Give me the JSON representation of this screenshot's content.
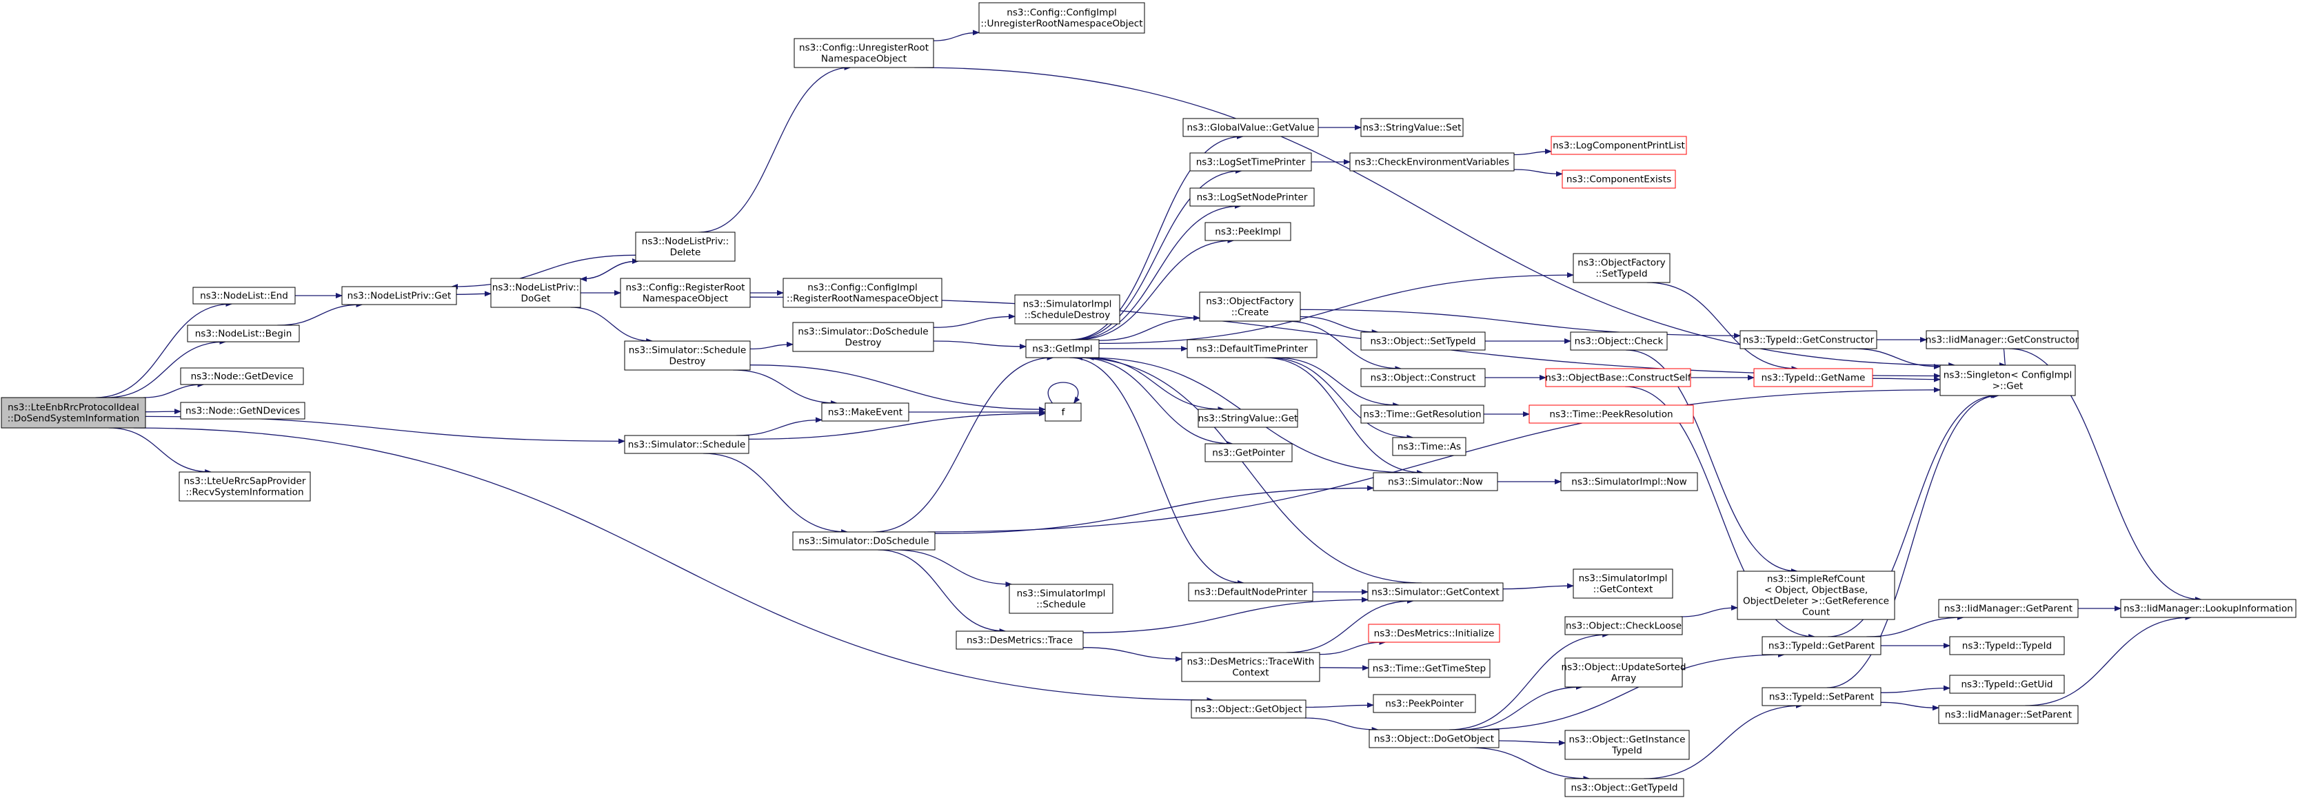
{
  "diagram": {
    "nodes": [
      {
        "id": "root",
        "lines": [
          "ns3::LteEnbRrcProtocolIdeal",
          "::DoSendSystemInformation"
        ],
        "style": "root"
      },
      {
        "id": "nl_end",
        "lines": [
          "ns3::NodeList::End"
        ],
        "style": "normal"
      },
      {
        "id": "nl_begin",
        "lines": [
          "ns3::NodeList::Begin"
        ],
        "style": "normal"
      },
      {
        "id": "node_getdevice",
        "lines": [
          "ns3::Node::GetDevice"
        ],
        "style": "normal"
      },
      {
        "id": "node_getndevices",
        "lines": [
          "ns3::Node::GetNDevices"
        ],
        "style": "normal"
      },
      {
        "id": "recvsysinfo",
        "lines": [
          "ns3::LteUeRrcSapProvider",
          "::RecvSystemInformation"
        ],
        "style": "normal"
      },
      {
        "id": "nlp_get",
        "lines": [
          "ns3::NodeListPriv::Get"
        ],
        "style": "normal"
      },
      {
        "id": "nlp_doget",
        "lines": [
          "ns3::NodeListPriv::",
          "DoGet"
        ],
        "style": "normal"
      },
      {
        "id": "nlp_delete",
        "lines": [
          "ns3::NodeListPriv::",
          "Delete"
        ],
        "style": "normal"
      },
      {
        "id": "cfg_unreg",
        "lines": [
          "ns3::Config::UnregisterRoot",
          "NamespaceObject"
        ],
        "style": "normal"
      },
      {
        "id": "cfgimpl_unreg",
        "lines": [
          "ns3::Config::ConfigImpl",
          "::UnregisterRootNamespaceObject"
        ],
        "style": "normal"
      },
      {
        "id": "cfg_reg",
        "lines": [
          "ns3::Config::RegisterRoot",
          "NamespaceObject"
        ],
        "style": "normal"
      },
      {
        "id": "cfgimpl_reg",
        "lines": [
          "ns3::Config::ConfigImpl",
          "::RegisterRootNamespaceObject"
        ],
        "style": "normal"
      },
      {
        "id": "sim_schedule_destroy",
        "lines": [
          "ns3::Simulator::Schedule",
          "Destroy"
        ],
        "style": "normal"
      },
      {
        "id": "sim_doschedule_destroy",
        "lines": [
          "ns3::Simulator::DoSchedule",
          "Destroy"
        ],
        "style": "normal"
      },
      {
        "id": "simimpl_schedule_destroy",
        "lines": [
          "ns3::SimulatorImpl",
          "::ScheduleDestroy"
        ],
        "style": "normal"
      },
      {
        "id": "sim_schedule",
        "lines": [
          "ns3::Simulator::Schedule"
        ],
        "style": "normal"
      },
      {
        "id": "makeevent",
        "lines": [
          "ns3::MakeEvent"
        ],
        "style": "normal"
      },
      {
        "id": "f",
        "lines": [
          "f"
        ],
        "style": "normal"
      },
      {
        "id": "getimpl",
        "lines": [
          "ns3::GetImpl"
        ],
        "style": "normal"
      },
      {
        "id": "sim_doschedule",
        "lines": [
          "ns3::Simulator::DoSchedule"
        ],
        "style": "normal"
      },
      {
        "id": "simimpl_schedule",
        "lines": [
          "ns3::SimulatorImpl",
          "::Schedule"
        ],
        "style": "normal"
      },
      {
        "id": "desmetrics_trace",
        "lines": [
          "ns3::DesMetrics::Trace"
        ],
        "style": "normal"
      },
      {
        "id": "desmetrics_tracewith",
        "lines": [
          "ns3::DesMetrics::TraceWith",
          "Context"
        ],
        "style": "normal"
      },
      {
        "id": "desmetrics_init",
        "lines": [
          "ns3::DesMetrics::Initialize"
        ],
        "style": "red"
      },
      {
        "id": "time_gettimestep",
        "lines": [
          "ns3::Time::GetTimeStep"
        ],
        "style": "normal"
      },
      {
        "id": "obj_getobject",
        "lines": [
          "ns3::Object::GetObject"
        ],
        "style": "normal"
      },
      {
        "id": "peekpointer",
        "lines": [
          "ns3::PeekPointer"
        ],
        "style": "normal"
      },
      {
        "id": "obj_dogetobject",
        "lines": [
          "ns3::Object::DoGetObject"
        ],
        "style": "normal"
      },
      {
        "id": "obj_checkloose",
        "lines": [
          "ns3::Object::CheckLoose"
        ],
        "style": "normal"
      },
      {
        "id": "obj_updatesorted",
        "lines": [
          "ns3::Object::UpdateSorted",
          "Array"
        ],
        "style": "normal"
      },
      {
        "id": "obj_getinstancetypeid",
        "lines": [
          "ns3::Object::GetInstance",
          "TypeId"
        ],
        "style": "normal"
      },
      {
        "id": "obj_gettypeid",
        "lines": [
          "ns3::Object::GetTypeId"
        ],
        "style": "normal"
      },
      {
        "id": "globalvalue_getvalue",
        "lines": [
          "ns3::GlobalValue::GetValue"
        ],
        "style": "normal"
      },
      {
        "id": "stringvalue_set",
        "lines": [
          "ns3::StringValue::Set"
        ],
        "style": "normal"
      },
      {
        "id": "logsettimeprinter",
        "lines": [
          "ns3::LogSetTimePrinter"
        ],
        "style": "normal"
      },
      {
        "id": "checkenvvars",
        "lines": [
          "ns3::CheckEnvironmentVariables"
        ],
        "style": "normal"
      },
      {
        "id": "logcomponentprintlist",
        "lines": [
          "ns3::LogComponentPrintList"
        ],
        "style": "red"
      },
      {
        "id": "componentexists",
        "lines": [
          "ns3::ComponentExists"
        ],
        "style": "red"
      },
      {
        "id": "logsetnodeprinter",
        "lines": [
          "ns3::LogSetNodePrinter"
        ],
        "style": "normal"
      },
      {
        "id": "peekimpl",
        "lines": [
          "ns3::PeekImpl"
        ],
        "style": "normal"
      },
      {
        "id": "objfactory_settypeid",
        "lines": [
          "ns3::ObjectFactory",
          "::SetTypeId"
        ],
        "style": "normal"
      },
      {
        "id": "objfactory_create",
        "lines": [
          "ns3::ObjectFactory",
          "::Create"
        ],
        "style": "normal"
      },
      {
        "id": "obj_settypeid",
        "lines": [
          "ns3::Object::SetTypeId"
        ],
        "style": "normal"
      },
      {
        "id": "obj_check",
        "lines": [
          "ns3::Object::Check"
        ],
        "style": "normal"
      },
      {
        "id": "obj_construct",
        "lines": [
          "ns3::Object::Construct"
        ],
        "style": "normal"
      },
      {
        "id": "objbase_constructself",
        "lines": [
          "ns3::ObjectBase::ConstructSelf"
        ],
        "style": "red"
      },
      {
        "id": "typeid_getname",
        "lines": [
          "ns3::TypeId::GetName"
        ],
        "style": "red"
      },
      {
        "id": "defaulttimeprinter",
        "lines": [
          "ns3::DefaultTimePrinter"
        ],
        "style": "normal"
      },
      {
        "id": "time_getresolution",
        "lines": [
          "ns3::Time::GetResolution"
        ],
        "style": "normal"
      },
      {
        "id": "time_peekresolution",
        "lines": [
          "ns3::Time::PeekResolution"
        ],
        "style": "red"
      },
      {
        "id": "time_as",
        "lines": [
          "ns3::Time::As"
        ],
        "style": "normal"
      },
      {
        "id": "stringvalue_get",
        "lines": [
          "ns3::StringValue::Get"
        ],
        "style": "normal"
      },
      {
        "id": "getpointer",
        "lines": [
          "ns3::GetPointer"
        ],
        "style": "normal"
      },
      {
        "id": "sim_now",
        "lines": [
          "ns3::Simulator::Now"
        ],
        "style": "normal"
      },
      {
        "id": "simimpl_now",
        "lines": [
          "ns3::SimulatorImpl::Now"
        ],
        "style": "normal"
      },
      {
        "id": "defaultnodeprinter",
        "lines": [
          "ns3::DefaultNodePrinter"
        ],
        "style": "normal"
      },
      {
        "id": "sim_getcontext",
        "lines": [
          "ns3::Simulator::GetContext"
        ],
        "style": "normal"
      },
      {
        "id": "simimpl_getcontext",
        "lines": [
          "ns3::SimulatorImpl",
          "::GetContext"
        ],
        "style": "normal"
      },
      {
        "id": "typeid_getconstructor",
        "lines": [
          "ns3::TypeId::GetConstructor"
        ],
        "style": "normal"
      },
      {
        "id": "iidmgr_getconstructor",
        "lines": [
          "ns3::IidManager::GetConstructor"
        ],
        "style": "normal"
      },
      {
        "id": "singleton_get",
        "lines": [
          "ns3::Singleton< ConfigImpl",
          " >::Get"
        ],
        "style": "normal"
      },
      {
        "id": "simplerefcount",
        "lines": [
          "ns3::SimpleRefCount",
          "< Object, ObjectBase,",
          " ObjectDeleter >::GetReference",
          "Count"
        ],
        "style": "normal"
      },
      {
        "id": "typeid_getparent",
        "lines": [
          "ns3::TypeId::GetParent"
        ],
        "style": "normal"
      },
      {
        "id": "typeid_setparent",
        "lines": [
          "ns3::TypeId::SetParent"
        ],
        "style": "normal"
      },
      {
        "id": "iidmgr_getparent",
        "lines": [
          "ns3::IidManager::GetParent"
        ],
        "style": "normal"
      },
      {
        "id": "iidmgr_lookupinfo",
        "lines": [
          "ns3::IidManager::LookupInformation"
        ],
        "style": "normal"
      },
      {
        "id": "typeid_typeid",
        "lines": [
          "ns3::TypeId::TypeId"
        ],
        "style": "normal"
      },
      {
        "id": "typeid_getuid",
        "lines": [
          "ns3::TypeId::GetUid"
        ],
        "style": "normal"
      },
      {
        "id": "iidmgr_setparent",
        "lines": [
          "ns3::IidManager::SetParent"
        ],
        "style": "normal"
      }
    ],
    "edges": [
      [
        "root",
        "nl_end"
      ],
      [
        "root",
        "nl_begin"
      ],
      [
        "root",
        "node_getdevice"
      ],
      [
        "root",
        "node_getndevices"
      ],
      [
        "root",
        "sim_schedule"
      ],
      [
        "root",
        "recvsysinfo"
      ],
      [
        "root",
        "obj_getobject"
      ],
      [
        "nl_end",
        "nlp_get"
      ],
      [
        "nl_begin",
        "nlp_get"
      ],
      [
        "nlp_get",
        "nlp_doget"
      ],
      [
        "nlp_doget",
        "nlp_delete"
      ],
      [
        "nlp_doget",
        "cfg_reg"
      ],
      [
        "nlp_doget",
        "sim_schedule_destroy"
      ],
      [
        "nlp_delete",
        "nlp_get"
      ],
      [
        "nlp_delete",
        "nlp_doget"
      ],
      [
        "nlp_delete",
        "cfg_unreg"
      ],
      [
        "cfg_unreg",
        "cfgimpl_unreg"
      ],
      [
        "cfg_unreg",
        "singleton_get"
      ],
      [
        "cfg_reg",
        "cfgimpl_reg"
      ],
      [
        "cfg_reg",
        "singleton_get"
      ],
      [
        "sim_schedule_destroy",
        "sim_doschedule_destroy"
      ],
      [
        "sim_schedule_destroy",
        "makeevent"
      ],
      [
        "sim_schedule_destroy",
        "f"
      ],
      [
        "sim_doschedule_destroy",
        "simimpl_schedule_destroy"
      ],
      [
        "sim_doschedule_destroy",
        "getimpl"
      ],
      [
        "sim_schedule",
        "makeevent"
      ],
      [
        "sim_schedule",
        "f"
      ],
      [
        "sim_schedule",
        "sim_doschedule"
      ],
      [
        "makeevent",
        "f"
      ],
      [
        "f",
        "f"
      ],
      [
        "sim_doschedule",
        "getimpl"
      ],
      [
        "sim_doschedule",
        "sim_now"
      ],
      [
        "sim_doschedule",
        "singleton_get"
      ],
      [
        "sim_doschedule",
        "simimpl_schedule"
      ],
      [
        "sim_doschedule",
        "desmetrics_trace"
      ],
      [
        "desmetrics_trace",
        "sim_getcontext"
      ],
      [
        "desmetrics_trace",
        "desmetrics_tracewith"
      ],
      [
        "desmetrics_tracewith",
        "desmetrics_init"
      ],
      [
        "desmetrics_tracewith",
        "time_gettimestep"
      ],
      [
        "desmetrics_tracewith",
        "sim_getcontext"
      ],
      [
        "getimpl",
        "globalvalue_getvalue"
      ],
      [
        "getimpl",
        "logsettimeprinter"
      ],
      [
        "getimpl",
        "logsetnodeprinter"
      ],
      [
        "getimpl",
        "peekimpl"
      ],
      [
        "getimpl",
        "objfactory_settypeid"
      ],
      [
        "getimpl",
        "objfactory_create"
      ],
      [
        "getimpl",
        "defaulttimeprinter"
      ],
      [
        "getimpl",
        "stringvalue_get"
      ],
      [
        "getimpl",
        "getpointer"
      ],
      [
        "getimpl",
        "defaultnodeprinter"
      ],
      [
        "globalvalue_getvalue",
        "stringvalue_set"
      ],
      [
        "logsettimeprinter",
        "checkenvvars"
      ],
      [
        "checkenvvars",
        "logcomponentprintlist"
      ],
      [
        "checkenvvars",
        "componentexists"
      ],
      [
        "objfactory_settypeid",
        "typeid_getname"
      ],
      [
        "objfactory_create",
        "typeid_getconstructor"
      ],
      [
        "objfactory_create",
        "obj_settypeid"
      ],
      [
        "objfactory_create",
        "obj_construct"
      ],
      [
        "obj_settypeid",
        "obj_check"
      ],
      [
        "obj_check",
        "simplerefcount"
      ],
      [
        "obj_construct",
        "objbase_constructself"
      ],
      [
        "objbase_constructself",
        "typeid_getname"
      ],
      [
        "objbase_constructself",
        "typeid_getparent"
      ],
      [
        "typeid_getname",
        "singleton_get"
      ],
      [
        "defaulttimeprinter",
        "time_getresolution"
      ],
      [
        "defaulttimeprinter",
        "time_as"
      ],
      [
        "defaulttimeprinter",
        "sim_now"
      ],
      [
        "time_getresolution",
        "time_peekresolution"
      ],
      [
        "sim_now",
        "getimpl"
      ],
      [
        "sim_now",
        "simimpl_now"
      ],
      [
        "defaultnodeprinter",
        "sim_getcontext"
      ],
      [
        "sim_getcontext",
        "getimpl"
      ],
      [
        "sim_getcontext",
        "simimpl_getcontext"
      ],
      [
        "typeid_getconstructor",
        "iidmgr_getconstructor"
      ],
      [
        "typeid_getconstructor",
        "singleton_get"
      ],
      [
        "iidmgr_getconstructor",
        "singleton_get"
      ],
      [
        "iidmgr_getconstructor",
        "iidmgr_lookupinfo"
      ],
      [
        "obj_getobject",
        "peekpointer"
      ],
      [
        "obj_getobject",
        "obj_dogetobject"
      ],
      [
        "obj_dogetobject",
        "obj_checkloose"
      ],
      [
        "obj_dogetobject",
        "obj_updatesorted"
      ],
      [
        "obj_dogetobject",
        "obj_getinstancetypeid"
      ],
      [
        "obj_dogetobject",
        "obj_gettypeid"
      ],
      [
        "obj_dogetobject",
        "typeid_getparent"
      ],
      [
        "obj_checkloose",
        "simplerefcount"
      ],
      [
        "obj_gettypeid",
        "typeid_setparent"
      ],
      [
        "typeid_getparent",
        "iidmgr_getparent"
      ],
      [
        "typeid_getparent",
        "typeid_typeid"
      ],
      [
        "typeid_getparent",
        "singleton_get"
      ],
      [
        "iidmgr_getparent",
        "iidmgr_lookupinfo"
      ],
      [
        "typeid_setparent",
        "typeid_getuid"
      ],
      [
        "typeid_setparent",
        "iidmgr_setparent"
      ],
      [
        "typeid_setparent",
        "singleton_get"
      ],
      [
        "iidmgr_setparent",
        "iidmgr_lookupinfo"
      ]
    ],
    "colors": {
      "edge": "#191970",
      "box_border": "#000000",
      "red_border": "#ff0000",
      "root_fill": "#bfbfbf",
      "box_fill": "#ffffff",
      "text": "#000000"
    }
  }
}
